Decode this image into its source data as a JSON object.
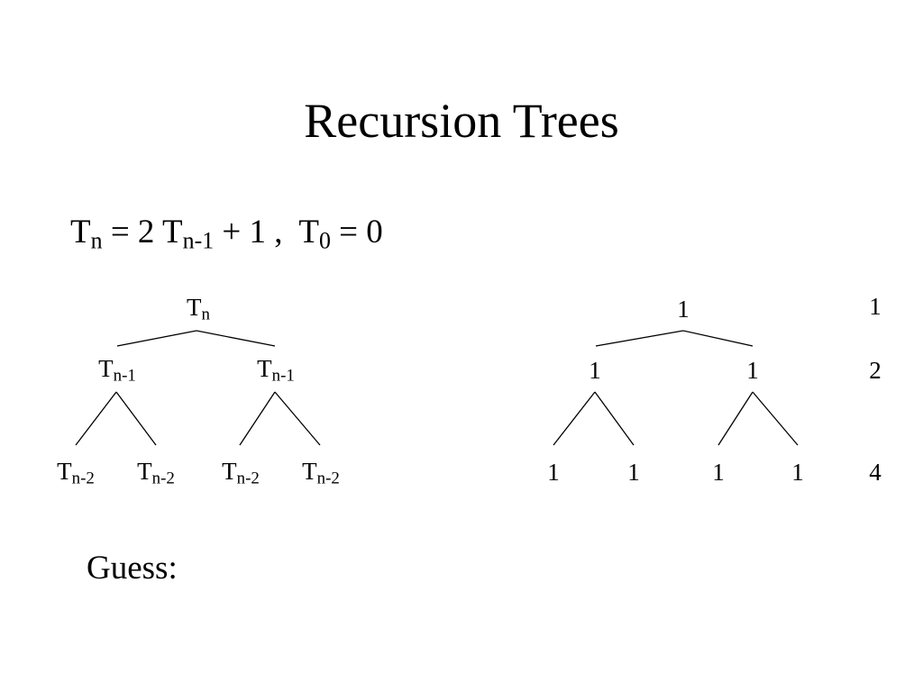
{
  "title": "Recursion Trees",
  "equation": {
    "lhs_T": "T",
    "lhs_sub": "n",
    "eq1": " = 2 T",
    "rhs_sub": "n-1",
    "plus": " + 1 ,  T",
    "init_sub": "0",
    "init_val": " = 0"
  },
  "left_tree": {
    "root": {
      "T": "T",
      "sub": "n"
    },
    "level1": [
      {
        "T": "T",
        "sub": "n-1"
      },
      {
        "T": "T",
        "sub": "n-1"
      }
    ],
    "level2": [
      {
        "T": "T",
        "sub": "n-2"
      },
      {
        "T": "T",
        "sub": "n-2"
      },
      {
        "T": "T",
        "sub": "n-2"
      },
      {
        "T": "T",
        "sub": "n-2"
      }
    ]
  },
  "right_tree": {
    "root": "1",
    "level1": [
      "1",
      "1"
    ],
    "level2": [
      "1",
      "1",
      "1",
      "1"
    ]
  },
  "level_sums": [
    "1",
    "2",
    "4"
  ],
  "guess_label": "Guess:"
}
